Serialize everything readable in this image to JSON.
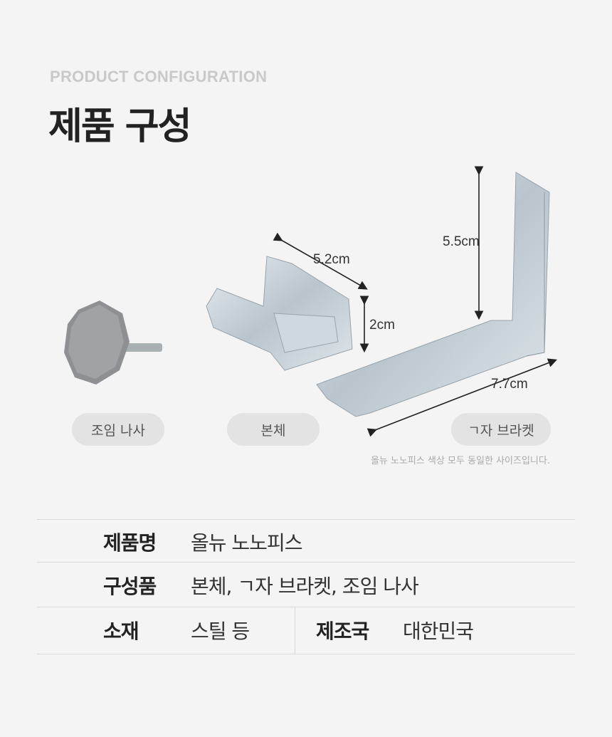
{
  "header": {
    "subtitle": "PRODUCT CONFIGURATION",
    "title": "제품 구성"
  },
  "parts": [
    {
      "label": "조임 나사"
    },
    {
      "label": "본체"
    },
    {
      "label": "ㄱ자 브라켓"
    }
  ],
  "dimensions": {
    "body_width": "5.2cm",
    "body_height": "2cm",
    "bracket_height": "5.5cm",
    "bracket_length": "7.7cm"
  },
  "note": "올뉴 노노피스 색상 모두 동일한 사이즈입니다.",
  "specs": {
    "name_label": "제품명",
    "name_value": "올뉴 노노피스",
    "components_label": "구성품",
    "components_value": "본체, ㄱ자 브라켓, 조임 나사",
    "material_label": "소재",
    "material_value": "스틸 등",
    "origin_label": "제조국",
    "origin_value": "대한민국"
  }
}
